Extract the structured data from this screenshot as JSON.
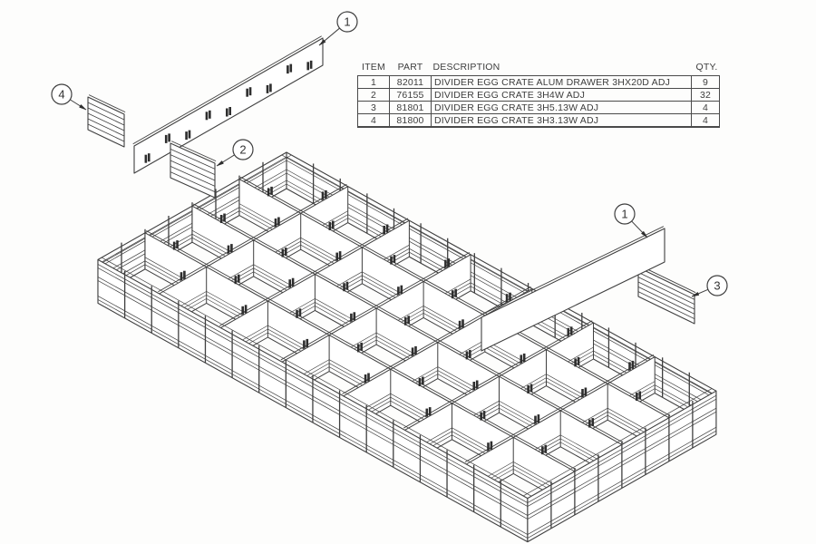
{
  "parts_table": {
    "headers": {
      "item": "ITEM",
      "part": "PART",
      "description": "DESCRIPTION",
      "qty": "QTY."
    },
    "rows": [
      {
        "item": "1",
        "part": "82011",
        "description": "DIVIDER EGG CRATE ALUM DRAWER 3HX20D ADJ",
        "qty": "9"
      },
      {
        "item": "2",
        "part": "76155",
        "description": "DIVIDER EGG CRATE 3H4W ADJ",
        "qty": "32"
      },
      {
        "item": "3",
        "part": "81801",
        "description": "DIVIDER EGG CRATE 3H5.13W ADJ",
        "qty": "4"
      },
      {
        "item": "4",
        "part": "81800",
        "description": "DIVIDER EGG CRATE 3H3.13W ADJ",
        "qty": "4"
      }
    ]
  },
  "callouts": [
    {
      "label": "1"
    },
    {
      "label": "2"
    },
    {
      "label": "1"
    },
    {
      "label": "3"
    },
    {
      "label": "4"
    }
  ],
  "colors": {
    "line": "#3f3f3f",
    "dark": "#2e2e2e"
  }
}
